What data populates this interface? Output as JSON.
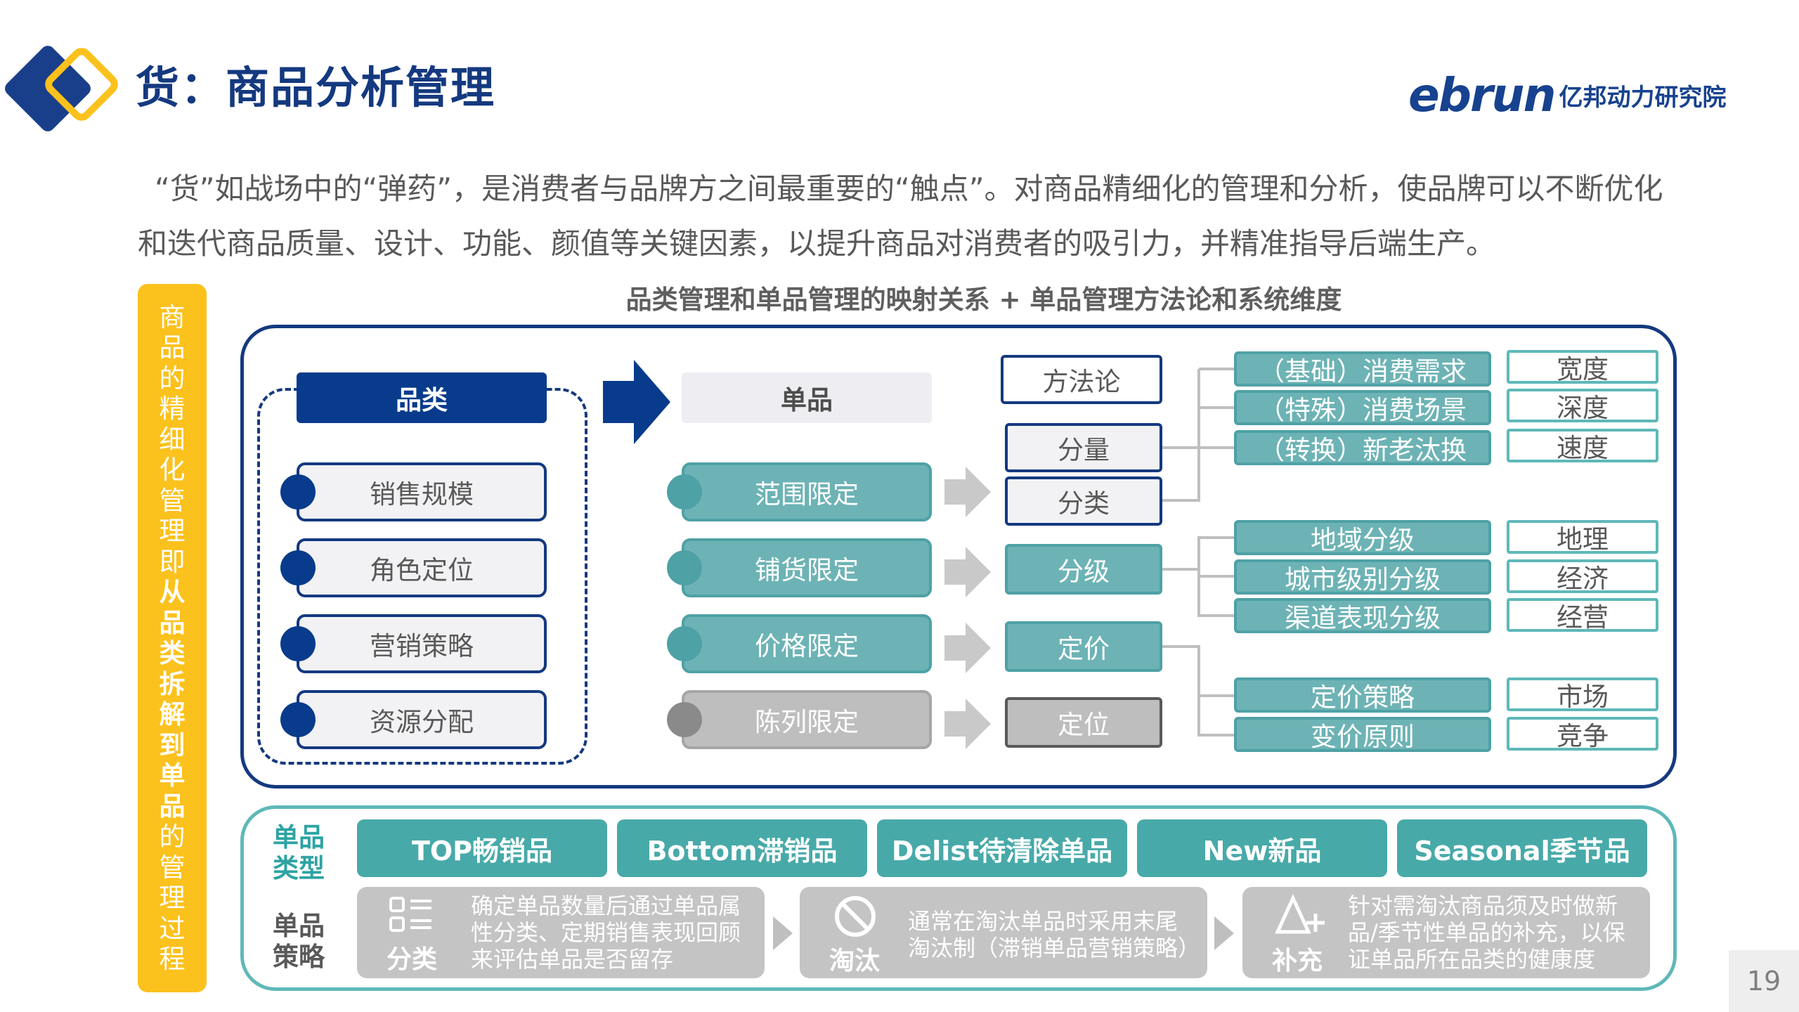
{
  "header": {
    "title": "货：商品分析管理",
    "logo_latin": "ebrun",
    "logo_cn": "亿邦动力研究院"
  },
  "intro": "“货”如战场中的“弹药”，是消费者与品牌方之间最重要的“触点”。对商品精细化的管理和分析，使品牌可以不断优化和迭代商品质量、设计、功能、颜值等关键因素，以提升商品对消费者的吸引力，并精准指导后端生产。",
  "side_bar": {
    "chars_normal_1": [
      "商",
      "品",
      "的",
      "精",
      "细",
      "化",
      "管",
      "理",
      "即"
    ],
    "chars_bold": [
      "从",
      "品",
      "类",
      "拆",
      "解",
      "到",
      "单",
      "品"
    ],
    "chars_normal_2": [
      "的",
      "管",
      "理",
      "过",
      "程"
    ]
  },
  "diagram": {
    "subtitle": "品类管理和单品管理的映射关系 + 单品管理方法论和系统维度",
    "category": {
      "header": "品类",
      "items": [
        "销售规模",
        "角色定位",
        "营销策略",
        "资源分配"
      ]
    },
    "single": {
      "header": "单品",
      "items": [
        "范围限定",
        "铺货限定",
        "价格限定",
        "陈列限定"
      ]
    },
    "method": {
      "header": "方法论",
      "items": [
        "分量",
        "分类",
        "分级",
        "定价",
        "定位"
      ]
    },
    "dimensions": {
      "group1": [
        "（基础）消费需求",
        "（特殊）消费场景",
        "（转换）新老汰换"
      ],
      "group1_tags": [
        "宽度",
        "深度",
        "速度"
      ],
      "group2": [
        "地域分级",
        "城市级别分级",
        "渠道表现分级"
      ],
      "group2_tags": [
        "地理",
        "经济",
        "经营"
      ],
      "group3": [
        "定价策略",
        "变价原则"
      ],
      "group3_tags": [
        "市场",
        "竞争"
      ]
    }
  },
  "bottom": {
    "type_label": "单品\n类型",
    "strategy_label": "单品\n策略",
    "types": [
      "TOP畅销品",
      "Bottom滞销品",
      "Delist待清除单品",
      "New新品",
      "Seasonal季节品"
    ],
    "strategies": [
      {
        "icon": "list-icon",
        "label": "分类",
        "text": "确定单品数量后通过单品属性分类、定期销售表现回顾来评估单品是否留存"
      },
      {
        "icon": "prohibit-icon",
        "label": "淘汰",
        "text": "通常在淘汰单品时采用末尾淘汰制（滞销单品营销策略）"
      },
      {
        "icon": "triangle-plus-icon",
        "label": "补充",
        "text": "针对需淘汰商品须及时做新品/季节性单品的补充，以保证单品所在品类的健康度"
      }
    ]
  },
  "page_number": "19",
  "colors": {
    "navy": "#14397f",
    "teal": "#6db3b5",
    "yellow": "#fbc11d",
    "grey": "#bebebe"
  }
}
